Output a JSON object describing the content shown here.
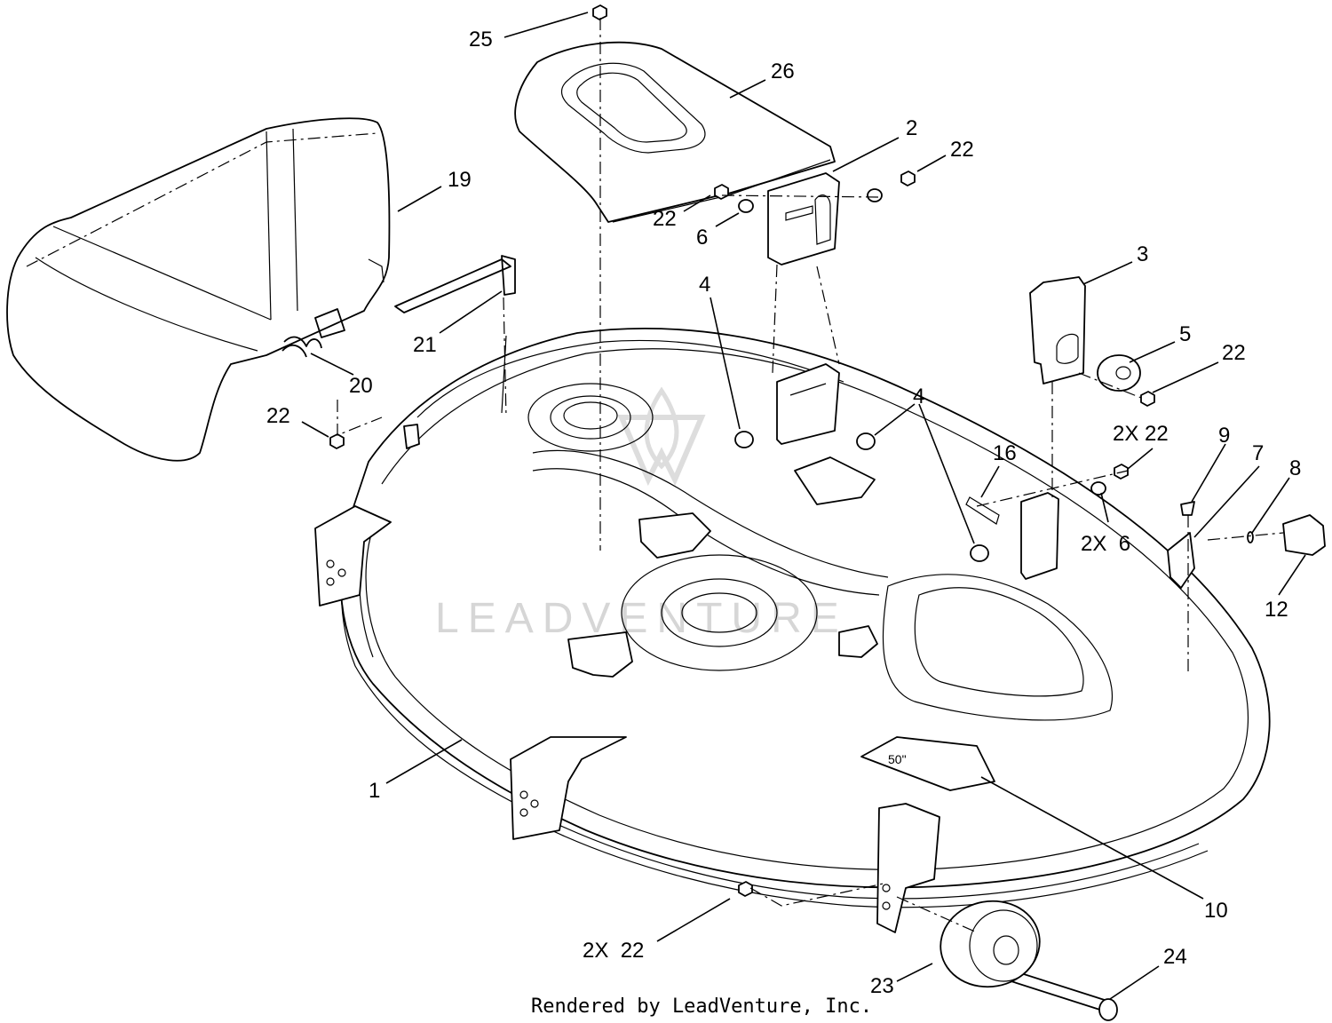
{
  "diagram": {
    "callouts": [
      {
        "id": "c25",
        "text": "25"
      },
      {
        "id": "c26",
        "text": "26"
      },
      {
        "id": "c19",
        "text": "19"
      },
      {
        "id": "c2",
        "text": "2"
      },
      {
        "id": "c22a",
        "text": "22"
      },
      {
        "id": "c22b",
        "text": "22"
      },
      {
        "id": "c6a",
        "text": "6"
      },
      {
        "id": "c3",
        "text": "3"
      },
      {
        "id": "c4a",
        "text": "4"
      },
      {
        "id": "c5",
        "text": "5"
      },
      {
        "id": "c22c",
        "text": "22"
      },
      {
        "id": "c21",
        "text": "21"
      },
      {
        "id": "c20",
        "text": "20"
      },
      {
        "id": "c22d",
        "text": "22"
      },
      {
        "id": "c4b",
        "text": "4"
      },
      {
        "id": "c2x22a",
        "text": "2X 22"
      },
      {
        "id": "c9",
        "text": "9"
      },
      {
        "id": "c16",
        "text": "16"
      },
      {
        "id": "c7",
        "text": "7"
      },
      {
        "id": "c8",
        "text": "8"
      },
      {
        "id": "c2x6",
        "text": "2X  6"
      },
      {
        "id": "c12",
        "text": "12"
      },
      {
        "id": "c1",
        "text": "1"
      },
      {
        "id": "c10",
        "text": "10"
      },
      {
        "id": "c2x22b",
        "text": "2X  22"
      },
      {
        "id": "c24",
        "text": "24"
      },
      {
        "id": "c23",
        "text": "23"
      }
    ],
    "watermark": "LEADVENTURE",
    "credit": "Rendered by LeadVenture, Inc."
  }
}
